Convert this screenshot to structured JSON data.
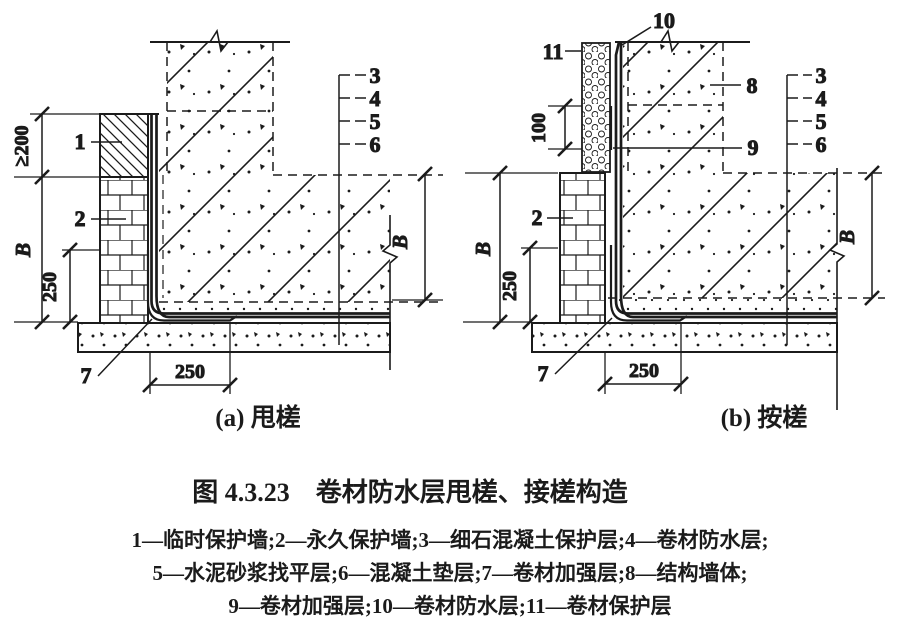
{
  "colors": {
    "ink": "#1b1b1b",
    "paper": "#ffffff"
  },
  "figure": {
    "title": "图 4.3.23　卷材防水层甩槎、接槎构造",
    "legend_lines": [
      "1—临时保护墙;2—永久保护墙;3—细石混凝土保护层;4—卷材防水层;",
      "5—水泥砂浆找平层;6—混凝土垫层;7—卷材加强层;8—结构墙体;",
      "9—卷材加强层;10—卷材防水层;11—卷材保护层"
    ]
  },
  "diagram_a": {
    "caption": "(a) 甩槎",
    "callouts": {
      "c1": "1",
      "c2": "2",
      "c3": "3",
      "c4": "4",
      "c5": "5",
      "c6": "6",
      "c7": "7"
    },
    "dims": {
      "min_height": "≥200",
      "wall_b": "B",
      "up_250": "250",
      "floor_250": "250",
      "right_b": "B"
    }
  },
  "diagram_b": {
    "caption": "(b) 按槎",
    "callouts": {
      "c2": "2",
      "c3": "3",
      "c4": "4",
      "c5": "5",
      "c6": "6",
      "c7": "7",
      "c8": "8",
      "c9": "9",
      "c10": "10",
      "c11": "11"
    },
    "dims": {
      "lap_100": "100",
      "wall_b": "B",
      "up_250": "250",
      "floor_250": "250",
      "right_b": "B"
    }
  }
}
